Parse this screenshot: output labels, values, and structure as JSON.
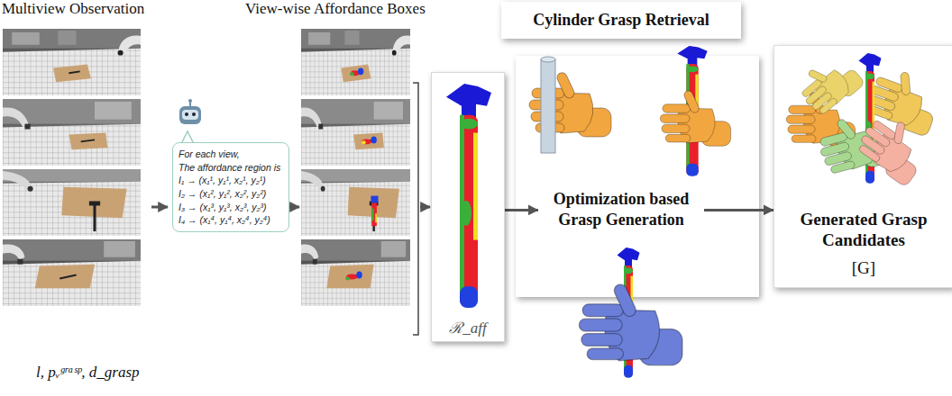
{
  "diagram": {
    "nodes": [
      {
        "text": [
          "For each view,",
          "The affordance region is",
          "I₁ → (x₁¹, y₁¹, x₂¹, y₂¹)",
          "I₂ → (x₁², y₁², x₂², y₂²)",
          "I₃ → (x₁³, y₁³, x₂³, y₂³)",
          "I₄ → (x₁⁴, y₁⁴, x₂⁴, y₂⁴)"
        ]
      },
      {
        "text": [
          "ℛ_aff"
        ]
      },
      {
        "text": [
          "Cylinder Grasp Retrieval"
        ]
      },
      {
        "text": [
          "Optimization based Grasp Generation"
        ]
      },
      {
        "text": [
          "Generated Grasp Candidates",
          "[G]"
        ]
      }
    ],
    "edges": [
      {
        "from": 1,
        "to": 3,
        "arrow": "to"
      },
      {
        "from": 3,
        "to": 4,
        "arrow": "to"
      }
    ],
    "labels": [
      "Multiview Observation",
      "View-wise Affordance Boxes",
      "l, pᵥᵍʳᵃˢᵖ, d_grasp"
    ]
  }
}
